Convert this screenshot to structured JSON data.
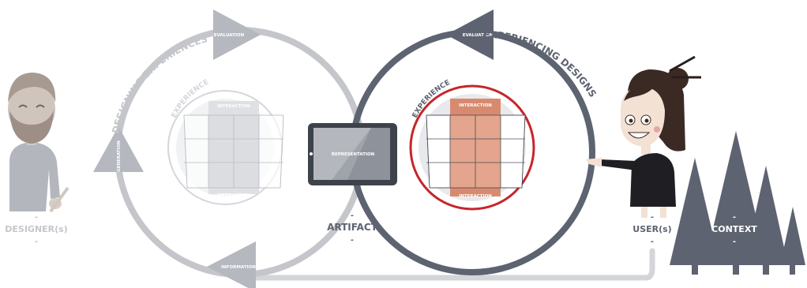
{
  "colors": {
    "light_gray": "#c4c6cb",
    "mid_gray": "#b5b8be",
    "dark_slate": "#5d6370",
    "accent_red": "#c5262b",
    "orange_fill": "#e4a48d",
    "orange_dark": "#d88a6f"
  },
  "left_cycle": {
    "arc_label": "DESIGNING EXPERIENCES",
    "evaluation": "EVALUATION",
    "generation": "GENERATION",
    "information": "INFORMATION",
    "experience": "EXPERIENCE",
    "interaction_top": "INTERACTION",
    "interaction_bottom": "INTERACTION"
  },
  "right_cycle": {
    "arc_label": "EXPERIENCING DESIGNS",
    "evaluation": "EVALUATION",
    "experience": "EXPERIENCE",
    "interaction_top": "INTERACTION",
    "interaction_bottom": "INTERACTION"
  },
  "artifact": {
    "tablet_label": "REPRESENTATION",
    "label": "ARTIFACT",
    "dash_top": "-",
    "dash_bottom": "-"
  },
  "designer": {
    "label": "DESIGNER(s)",
    "dash_top": "-",
    "dash_bottom": "-"
  },
  "user": {
    "label": "USER(s)",
    "dash_top": "-",
    "dash_bottom": "-"
  },
  "context": {
    "label": "CONTEXT",
    "dash_top": "-",
    "dash_bottom": "-"
  }
}
